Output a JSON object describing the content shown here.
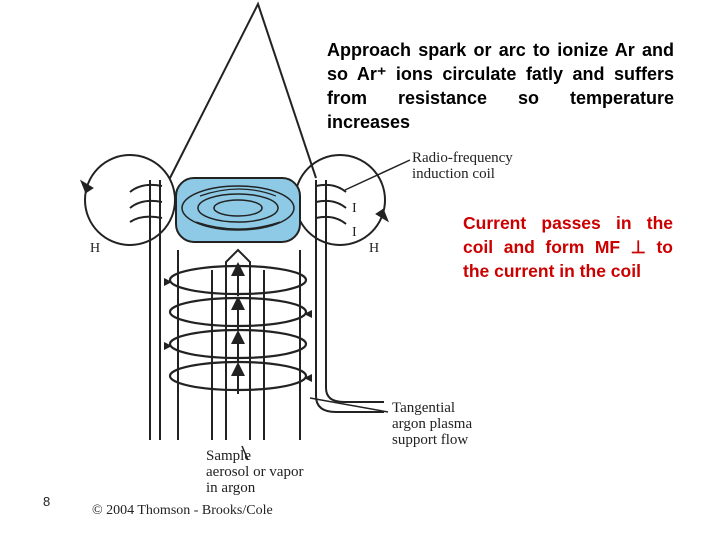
{
  "notes": {
    "approach": "Approach spark or arc to ionize Ar and so Ar⁺ ions circulate fatly and suffers from resistance so temperature increases",
    "current": "Current passes in the coil and form MF ⊥ to the current in the coil"
  },
  "labels": {
    "rf_coil_1": "Radio-frequency",
    "rf_coil_2": "induction coil",
    "tangential_1": "Tangential",
    "tangential_2": "argon plasma",
    "tangential_3": "support flow",
    "sample_1": "Sample",
    "sample_2": "aerosol or vapor",
    "sample_3": "in argon",
    "h_left": "H",
    "h_right": "H",
    "i_top": "I",
    "i_bottom": "I",
    "copyright": "© 2004 Thomson - Brooks/Cole"
  },
  "slide_number": "8",
  "colors": {
    "plasma": "#8ecae6",
    "line": "#222222",
    "red_text": "#cc0000"
  }
}
